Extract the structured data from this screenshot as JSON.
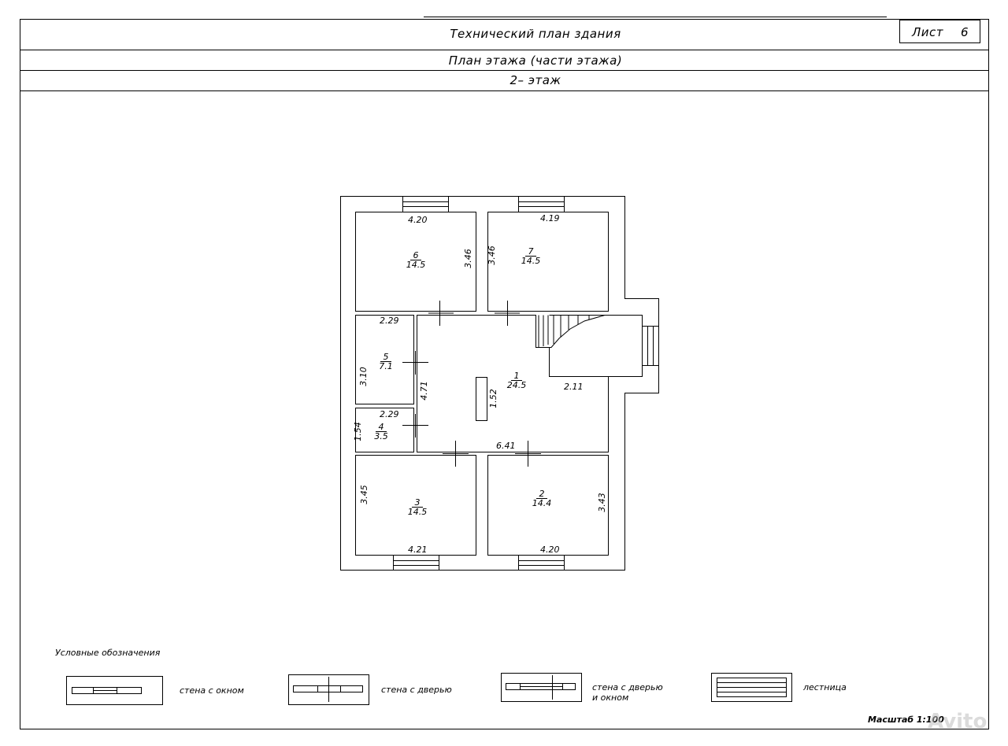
{
  "header": {
    "title": "Технический план здания",
    "sheet_label": "Лист",
    "sheet_number": "6",
    "subtitle": "План этажа (части этажа)",
    "floor": "2– этаж"
  },
  "rooms": [
    {
      "num": "6",
      "area": "14.5"
    },
    {
      "num": "7",
      "area": "14.5"
    },
    {
      "num": "5",
      "area": "7.1"
    },
    {
      "num": "1",
      "area": "24.5"
    },
    {
      "num": "4",
      "area": "3.5"
    },
    {
      "num": "3",
      "area": "14.5"
    },
    {
      "num": "2",
      "area": "14.4"
    }
  ],
  "dimensions": {
    "r6_w": "4.20",
    "r6_h": "3.46",
    "r7_w": "4.19",
    "r7_h": "3.46",
    "r5_w": "2.29",
    "r5_h": "3.10",
    "r4_w": "2.29",
    "r4_h": "1.54",
    "hall_h": "4.71",
    "hall_mid": "1.52",
    "hall_w": "2.11",
    "hall_bottom": "6.41",
    "r3_w": "4.21",
    "r3_h": "3.45",
    "r2_w": "4.20",
    "r2_h": "3.43"
  },
  "legend": {
    "title": "Условные обозначения",
    "wall_window": "стена с окном",
    "wall_door": "стена с дверью",
    "wall_door_window_1": "стена с дверью",
    "wall_door_window_2": "и окном",
    "stairs": "лестница"
  },
  "scale": "Масштаб 1:100",
  "watermark": "Avito"
}
